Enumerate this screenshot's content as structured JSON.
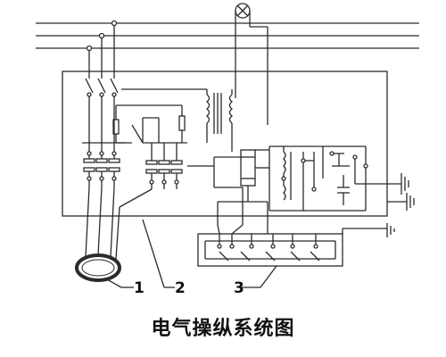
{
  "caption": "电气操纵系统图",
  "labels": {
    "one": "1",
    "two": "2",
    "three": "3"
  },
  "colors": {
    "line": "#2b2b2b",
    "background": "#ffffff"
  }
}
